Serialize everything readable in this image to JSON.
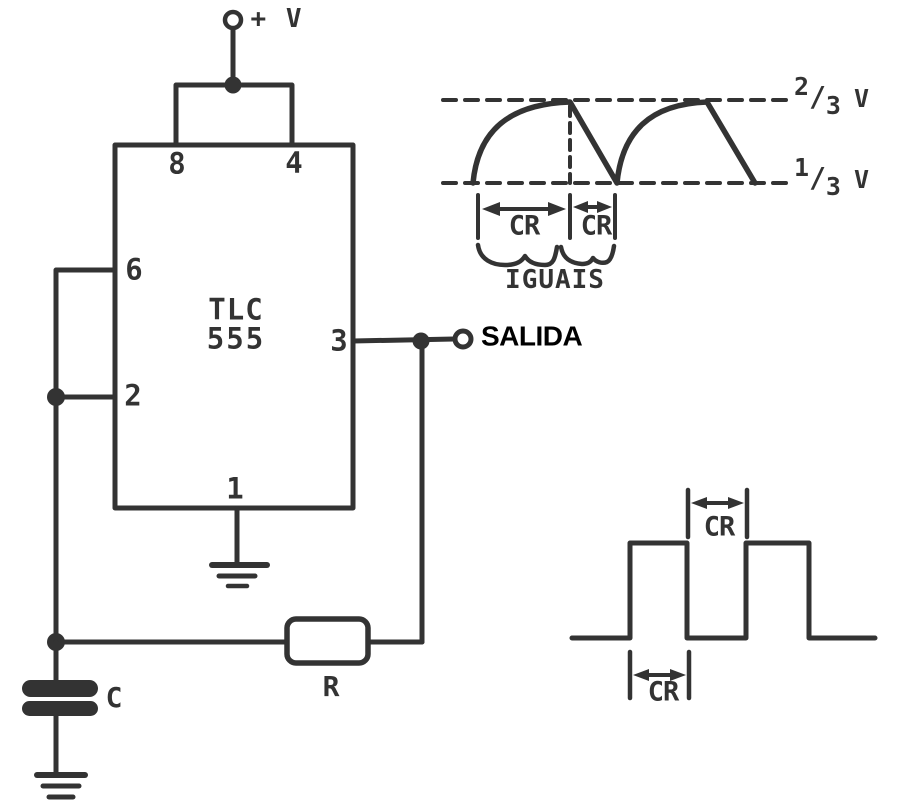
{
  "colors": {
    "ink": "#333333",
    "overlay_text": "#000000",
    "paper": "#ffffff"
  },
  "circuit": {
    "power_label": "+ V",
    "ic_name_line1": "TLC",
    "ic_name_line2": "555",
    "pins": {
      "vcc": "8",
      "reset": "4",
      "threshold": "6",
      "trigger": "2",
      "output": "3",
      "ground": "1"
    },
    "output_label": "SALIDA",
    "resistor_label": "R",
    "capacitor_label": "C"
  },
  "capacitor_waveform": {
    "upper_level": {
      "numerator": "2",
      "slash": "/",
      "denominator": "3",
      "unit": "V"
    },
    "lower_level": {
      "numerator": "1",
      "slash": "/",
      "denominator": "3",
      "unit": "V"
    },
    "charge_interval_label": "CR",
    "discharge_interval_label": "CR",
    "equality_label": "IGUAIS"
  },
  "output_waveform": {
    "high_interval_label": "CR",
    "low_interval_label": "CR"
  }
}
